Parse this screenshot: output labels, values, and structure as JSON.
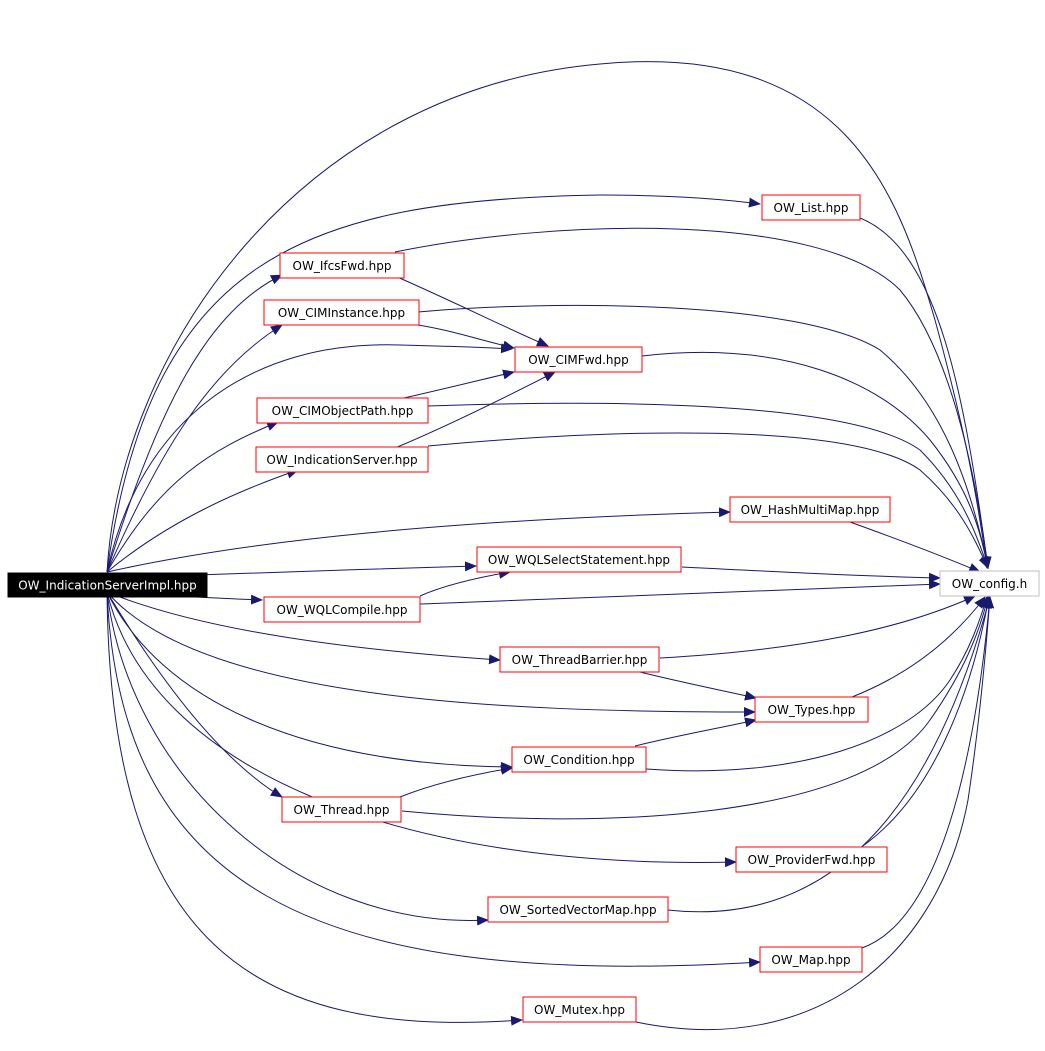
{
  "diagram": {
    "colors": {
      "edge": "#191970",
      "node_border": "#ff0000",
      "root_fill": "#000000",
      "leaf_border": "#bfbfbf"
    },
    "nodes": {
      "root": "OW_IndicationServerImpl.hpp",
      "config": "OW_config.h",
      "list": "OW_List.hpp",
      "ifcsfwd": "OW_IfcsFwd.hpp",
      "ciminstance": "OW_CIMInstance.hpp",
      "cimfwd": "OW_CIMFwd.hpp",
      "cimobjectpath": "OW_CIMObjectPath.hpp",
      "indicationserver": "OW_IndicationServer.hpp",
      "hashmultimap": "OW_HashMultiMap.hpp",
      "wqlselect": "OW_WQLSelectStatement.hpp",
      "wqlcompile": "OW_WQLCompile.hpp",
      "threadbarrier": "OW_ThreadBarrier.hpp",
      "types": "OW_Types.hpp",
      "condition": "OW_Condition.hpp",
      "thread": "OW_Thread.hpp",
      "providerfwd": "OW_ProviderFwd.hpp",
      "sortedvectormap": "OW_SortedVectorMap.hpp",
      "map": "OW_Map.hpp",
      "mutex": "OW_Mutex.hpp"
    }
  }
}
